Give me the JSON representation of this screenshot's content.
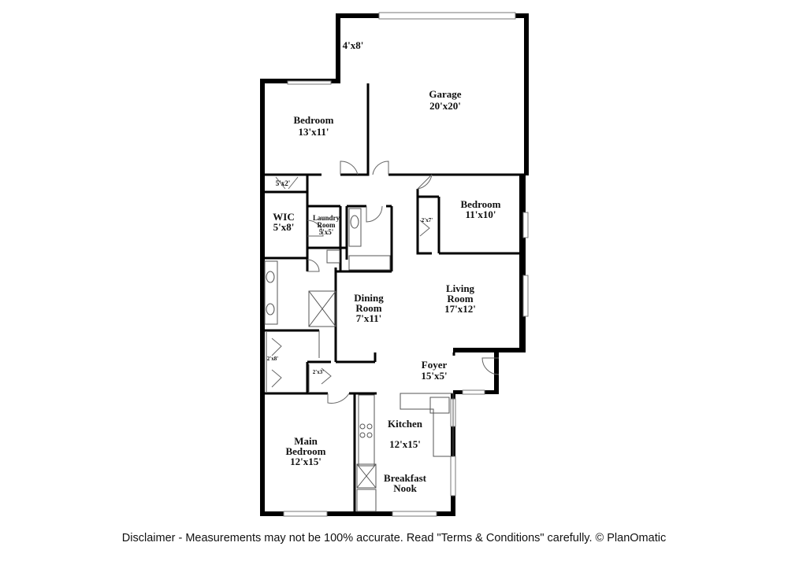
{
  "rooms": {
    "storage": {
      "dims": "4'x8'"
    },
    "garage": {
      "name": "Garage",
      "dims": "20'x20'"
    },
    "bedroom_nw": {
      "name": "Bedroom",
      "dims": "13'x11'"
    },
    "closet_a": {
      "dims": "5'x2'"
    },
    "wic": {
      "name": "WIC",
      "dims": "5'x8'"
    },
    "laundry": {
      "name_line1": "Laundry",
      "name_line2": "Room",
      "dims": "5'x5'"
    },
    "bedroom_e": {
      "name": "Bedroom",
      "dims": "11'x10'"
    },
    "closet_b": {
      "dims": "2'x7'"
    },
    "living": {
      "name_line1": "Living",
      "name_line2": "Room",
      "dims": "17'x12'"
    },
    "dining": {
      "name_line1": "Dining",
      "name_line2": "Room",
      "dims": "7'x11'"
    },
    "closet_c": {
      "dims": "2'x8'"
    },
    "closet_d": {
      "dims": "2'x3'"
    },
    "foyer": {
      "name": "Foyer",
      "dims": "15'x5'"
    },
    "kitchen": {
      "name": "Kitchen",
      "dims": "12'x15'"
    },
    "main_bedroom": {
      "name_line1": "Main",
      "name_line2": "Bedroom",
      "dims": "12'x15'"
    },
    "nook": {
      "name_line1": "Breakfast",
      "name_line2": "Nook"
    }
  },
  "disclaimer": "Disclaimer - Measurements may not be 100% accurate. Read \"Terms & Conditions\" carefully. © PlanOmatic"
}
